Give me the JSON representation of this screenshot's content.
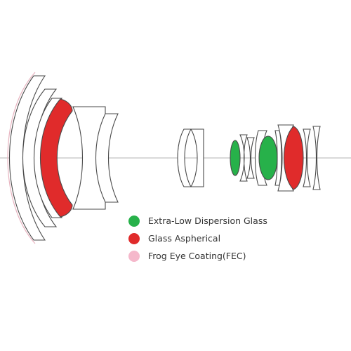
{
  "colors": {
    "background": "#ffffff",
    "outline": "#4a4a4a",
    "axis": "#9a9a9a",
    "fec_arc": "#e8b4c0",
    "ed_glass": "#27b14a",
    "aspherical": "#e02b2b",
    "fec_coating": "#f5b8cb"
  },
  "legend": [
    {
      "label": "Extra-Low Dispersion Glass",
      "color": "#27b14a"
    },
    {
      "label": "Glass Aspherical",
      "color": "#e02b2b"
    },
    {
      "label": "Frog Eye Coating(FEC)",
      "color": "#f5b8cb"
    }
  ]
}
